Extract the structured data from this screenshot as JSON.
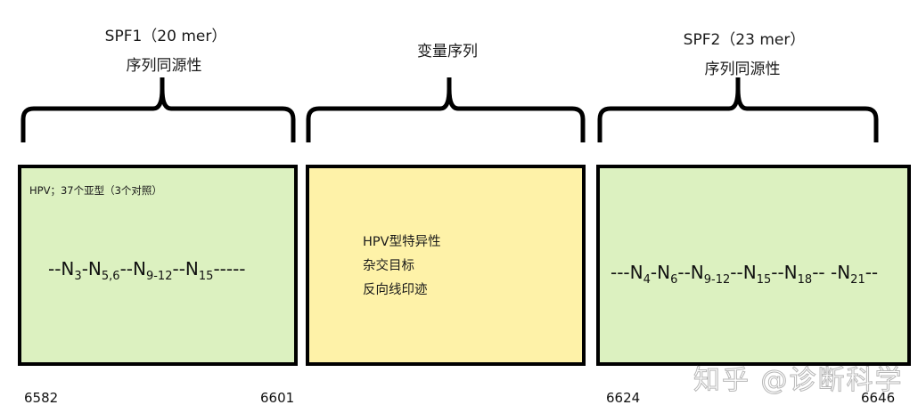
{
  "regions": [
    {
      "title": "SPF1（20 mer）",
      "subtitle": "序列同源性",
      "note": "HPV；37个亚型（3个对照）",
      "sequence": [
        {
          "text": "--N",
          "sub": "3"
        },
        {
          "text": "-N",
          "sub": "5,6"
        },
        {
          "text": "--N",
          "sub": "9-12"
        },
        {
          "text": "--N",
          "sub": "15"
        },
        {
          "text": "-----",
          "sub": ""
        }
      ],
      "start": "6582",
      "end": "6601",
      "fill": "#dcf1c0"
    },
    {
      "title": "变量序列",
      "lines": [
        "HPV型特异性",
        "杂交目标",
        "反向线印迹"
      ],
      "fill": "#fef2a8"
    },
    {
      "title": "SPF2（23 mer）",
      "subtitle": "序列同源性",
      "sequence": [
        {
          "text": "---N",
          "sub": "4"
        },
        {
          "text": "-N",
          "sub": "6"
        },
        {
          "text": "--N",
          "sub": "9-12"
        },
        {
          "text": "--N",
          "sub": "15"
        },
        {
          "text": "--N",
          "sub": "18"
        },
        {
          "text": "-- -N",
          "sub": "21"
        },
        {
          "text": "--",
          "sub": ""
        }
      ],
      "start": "6624",
      "end": "6646",
      "fill": "#dcf1c0"
    }
  ],
  "watermark": "知乎 @诊断科学",
  "colors": {
    "primer_box": "#dcf1c0",
    "variable_box": "#fef2a8",
    "border": "#000000"
  }
}
